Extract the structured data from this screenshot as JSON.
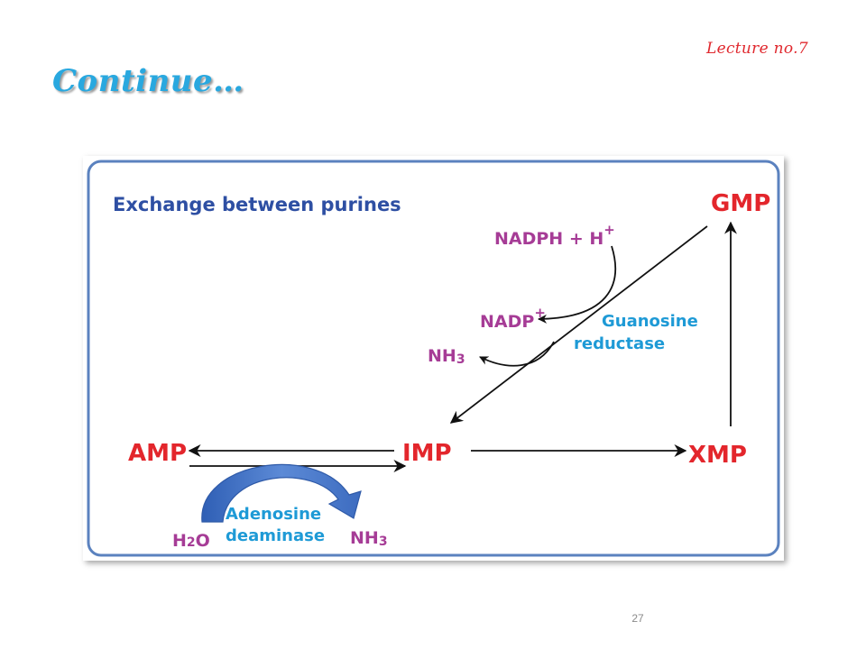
{
  "header": {
    "lecture_label": "Lecture no.7",
    "title": "Continue…"
  },
  "diagram": {
    "heading": "Exchange between purines",
    "nodes": {
      "gmp": "GMP",
      "amp": "AMP",
      "imp": "IMP",
      "xmp": "XMP"
    },
    "cofactors": {
      "nadph": "NADPH + H",
      "nadph_sup": "+",
      "nadp": "NADP",
      "nadp_sup": "+",
      "nh3_top_base": "NH",
      "nh3_top_sub": "3",
      "h2o_h": "H",
      "h2o_sub": "2",
      "h2o_o": "O",
      "nh3_bottom_base": "NH",
      "nh3_bottom_sub": "3"
    },
    "enzymes": {
      "guanosine_reductase_line1": "Guanosine",
      "guanosine_reductase_line2": "reductase",
      "adenosine_deaminase_line1": "Adenosine",
      "adenosine_deaminase_line2": "deaminase"
    },
    "colors": {
      "frame": "#5b82bf",
      "node": "#e3262c",
      "heading": "#2e4fa3",
      "cofactor": "#a63c96",
      "enzyme": "#1e9ad6",
      "curved_arrow": "#4a77c6"
    }
  },
  "footer": {
    "page_number": "27"
  }
}
